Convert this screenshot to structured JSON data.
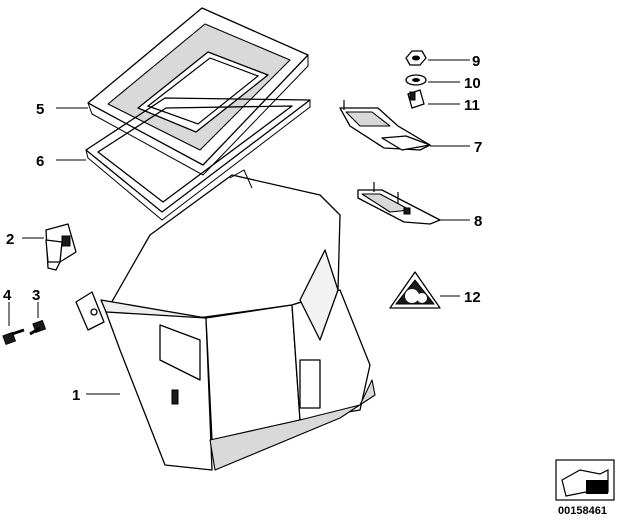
{
  "diagram": {
    "callouts": [
      {
        "id": "1",
        "label": "1"
      },
      {
        "id": "2",
        "label": "2"
      },
      {
        "id": "3",
        "label": "3"
      },
      {
        "id": "4",
        "label": "4"
      },
      {
        "id": "5",
        "label": "5"
      },
      {
        "id": "6",
        "label": "6"
      },
      {
        "id": "7",
        "label": "7"
      },
      {
        "id": "8",
        "label": "8"
      },
      {
        "id": "9",
        "label": "9"
      },
      {
        "id": "10",
        "label": "10"
      },
      {
        "id": "11",
        "label": "11"
      },
      {
        "id": "12",
        "label": "12"
      }
    ],
    "image_code": "00158461"
  }
}
